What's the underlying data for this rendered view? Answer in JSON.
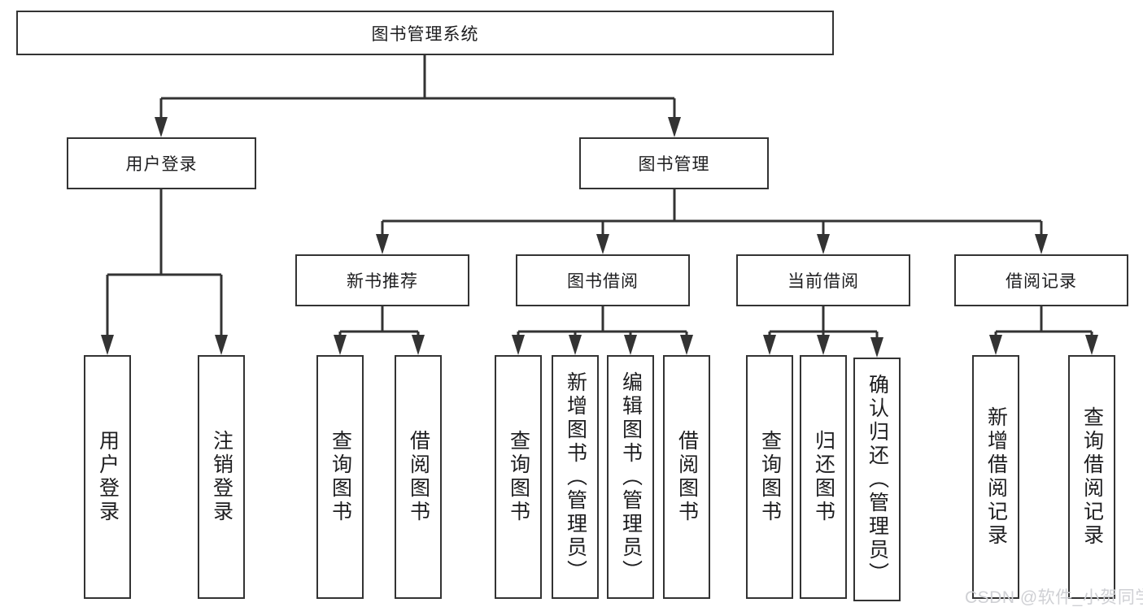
{
  "diagram": {
    "title": "图书管理系统",
    "colors": {
      "background": "#ffffff",
      "line": "#333333",
      "text": "#1d1d1f",
      "watermark": "#cfd0d4"
    },
    "nodes": {
      "root": {
        "label": "图书管理系统"
      },
      "user_login": {
        "label": "用户登录"
      },
      "book_mgmt": {
        "label": "图书管理"
      },
      "new_books": {
        "label": "新书推荐"
      },
      "borrowing": {
        "label": "图书借阅"
      },
      "current": {
        "label": "当前借阅"
      },
      "records": {
        "label": "借阅记录"
      },
      "login_user": {
        "label": "用户登录"
      },
      "login_logout": {
        "label": "注销登录"
      },
      "new_query": {
        "label": "查询图书"
      },
      "new_borrow": {
        "label": "借阅图书"
      },
      "bor_query": {
        "label": "查询图书"
      },
      "bor_add": {
        "label": "新增图书（管理员）"
      },
      "bor_edit": {
        "label": "编辑图书（管理员）"
      },
      "bor_borrow": {
        "label": "借阅图书"
      },
      "cur_query": {
        "label": "查询图书"
      },
      "cur_return": {
        "label": "归还图书"
      },
      "cur_confirm": {
        "label": "确认归还（管理员）"
      },
      "rec_add": {
        "label": "新增借阅记录"
      },
      "rec_query": {
        "label": "查询借阅记录"
      }
    },
    "watermark": {
      "text": "CSDN @软件_小贺同学"
    }
  }
}
